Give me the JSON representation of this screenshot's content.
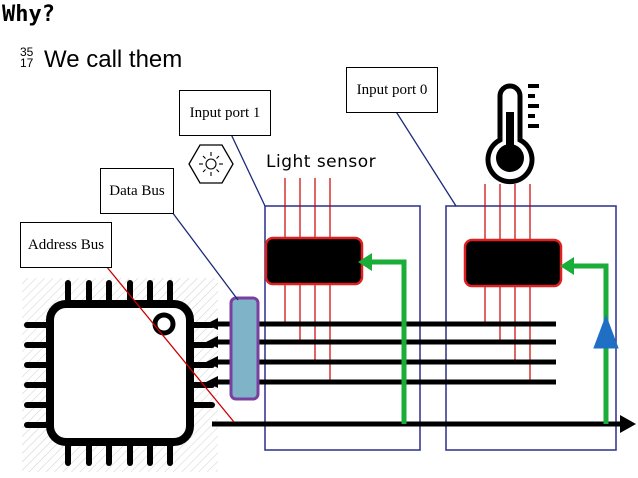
{
  "slide": {
    "title": "Why?",
    "page_number": "35",
    "page_total": "17",
    "subtitle": "We call them"
  },
  "labels": {
    "input_port_0": "Input port 0",
    "input_port_1": "Input port 1",
    "data_bus": "Data Bus",
    "address_bus": "Address Bus",
    "light_sensor": "Light sensor"
  },
  "colors": {
    "bus_lines": "#000000",
    "signal_lines": "#cc0000",
    "control_green": "#1aad3a",
    "port_box_border": "#2a2f8c",
    "buffer_fill": "#7fb3c8",
    "buffer_border": "#7b3fa0",
    "latch_border": "#e02020",
    "tristate_blue": "#1f6fc4",
    "pointer_line": "#1a2a7a"
  },
  "icons": [
    "cpu-chip-icon",
    "light-bulb-icon",
    "thermometer-icon",
    "tristate-buffer-icon"
  ]
}
